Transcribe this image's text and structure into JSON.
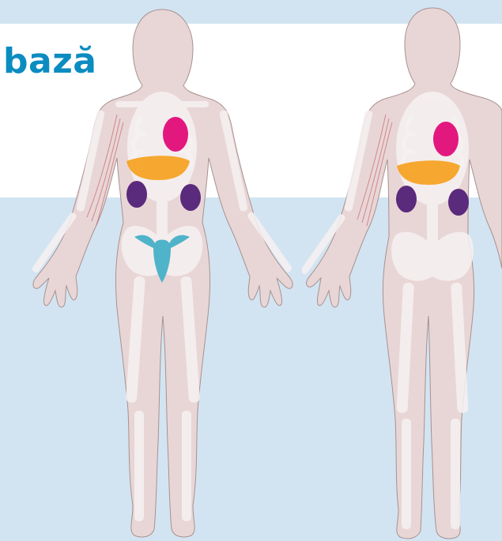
{
  "title": "bază",
  "colors": {
    "background_blue": "#d2e4f1",
    "background_white": "#ffffff",
    "title": "#0b8cc1",
    "skin": "#e8d6d6",
    "skin_outline": "#a89090",
    "bone": "#f7f2f2",
    "kidney": "#5a2a7c",
    "liver": "#f5a325",
    "spleen": "#e2187f",
    "uterus": "#4fb3c9",
    "nerve": "#c9646e"
  },
  "figures": [
    {
      "sex": "female",
      "organs": [
        "liver-icon",
        "spleen-icon",
        "kidney-icon",
        "uterus-icon",
        "nerve-icon"
      ]
    },
    {
      "sex": "male",
      "organs": [
        "liver-icon",
        "spleen-icon",
        "kidney-icon",
        "nerve-icon"
      ]
    }
  ]
}
